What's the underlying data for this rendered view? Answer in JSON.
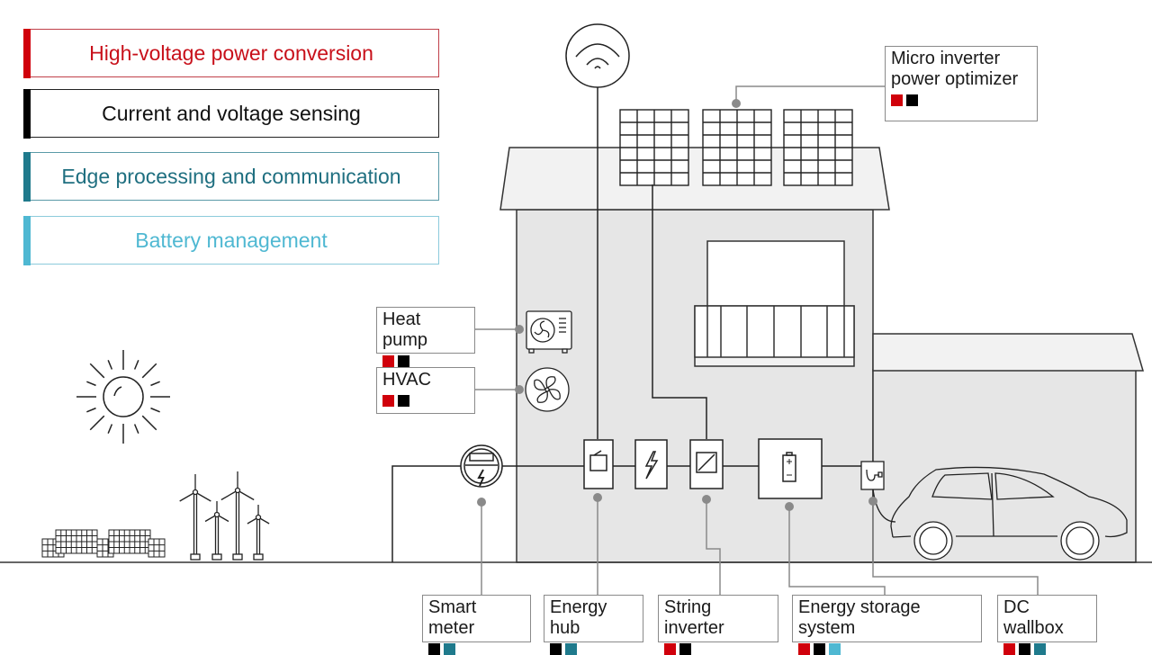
{
  "colors": {
    "high_voltage": "#d0000b",
    "sensing": "#000000",
    "edge": "#1f7a8c",
    "battery": "#4fb8d2",
    "house_wall": "#e6e6e6",
    "roof": "#f2f2f2",
    "connector": "#8a8a8a",
    "line": "#222222"
  },
  "legend": [
    {
      "label": "High-voltage power conversion",
      "key": "high_voltage"
    },
    {
      "label": "Current and voltage sensing",
      "key": "sensing"
    },
    {
      "label": "Edge processing and communication",
      "key": "edge"
    },
    {
      "label": "Battery management",
      "key": "battery"
    }
  ],
  "components": {
    "micro_inverter": {
      "label_line1": "Micro inverter",
      "label_line2": "power optimizer",
      "categories": [
        "high_voltage",
        "sensing"
      ]
    },
    "heat_pump": {
      "label": "Heat pump",
      "categories": [
        "high_voltage",
        "sensing"
      ]
    },
    "hvac": {
      "label": "HVAC",
      "categories": [
        "high_voltage",
        "sensing"
      ]
    },
    "smart_meter": {
      "label": "Smart meter",
      "categories": [
        "sensing",
        "edge"
      ]
    },
    "energy_hub": {
      "label": "Energy hub",
      "categories": [
        "sensing",
        "edge"
      ]
    },
    "string_inverter": {
      "label": "String inverter",
      "categories": [
        "high_voltage",
        "sensing"
      ]
    },
    "energy_storage": {
      "label": "Energy storage system",
      "categories": [
        "high_voltage",
        "sensing",
        "battery"
      ]
    },
    "dc_wallbox": {
      "label": "DC wallbox",
      "categories": [
        "high_voltage",
        "sensing",
        "edge"
      ]
    }
  },
  "icons": [
    "wifi-antenna-icon",
    "solar-panel-icon",
    "heat-pump-icon",
    "fan-icon",
    "smart-meter-icon",
    "switch-icon",
    "lightning-icon",
    "inverter-icon",
    "battery-icon",
    "ev-plug-icon",
    "car-icon",
    "sun-icon",
    "wind-turbine-icon",
    "solar-farm-icon"
  ]
}
